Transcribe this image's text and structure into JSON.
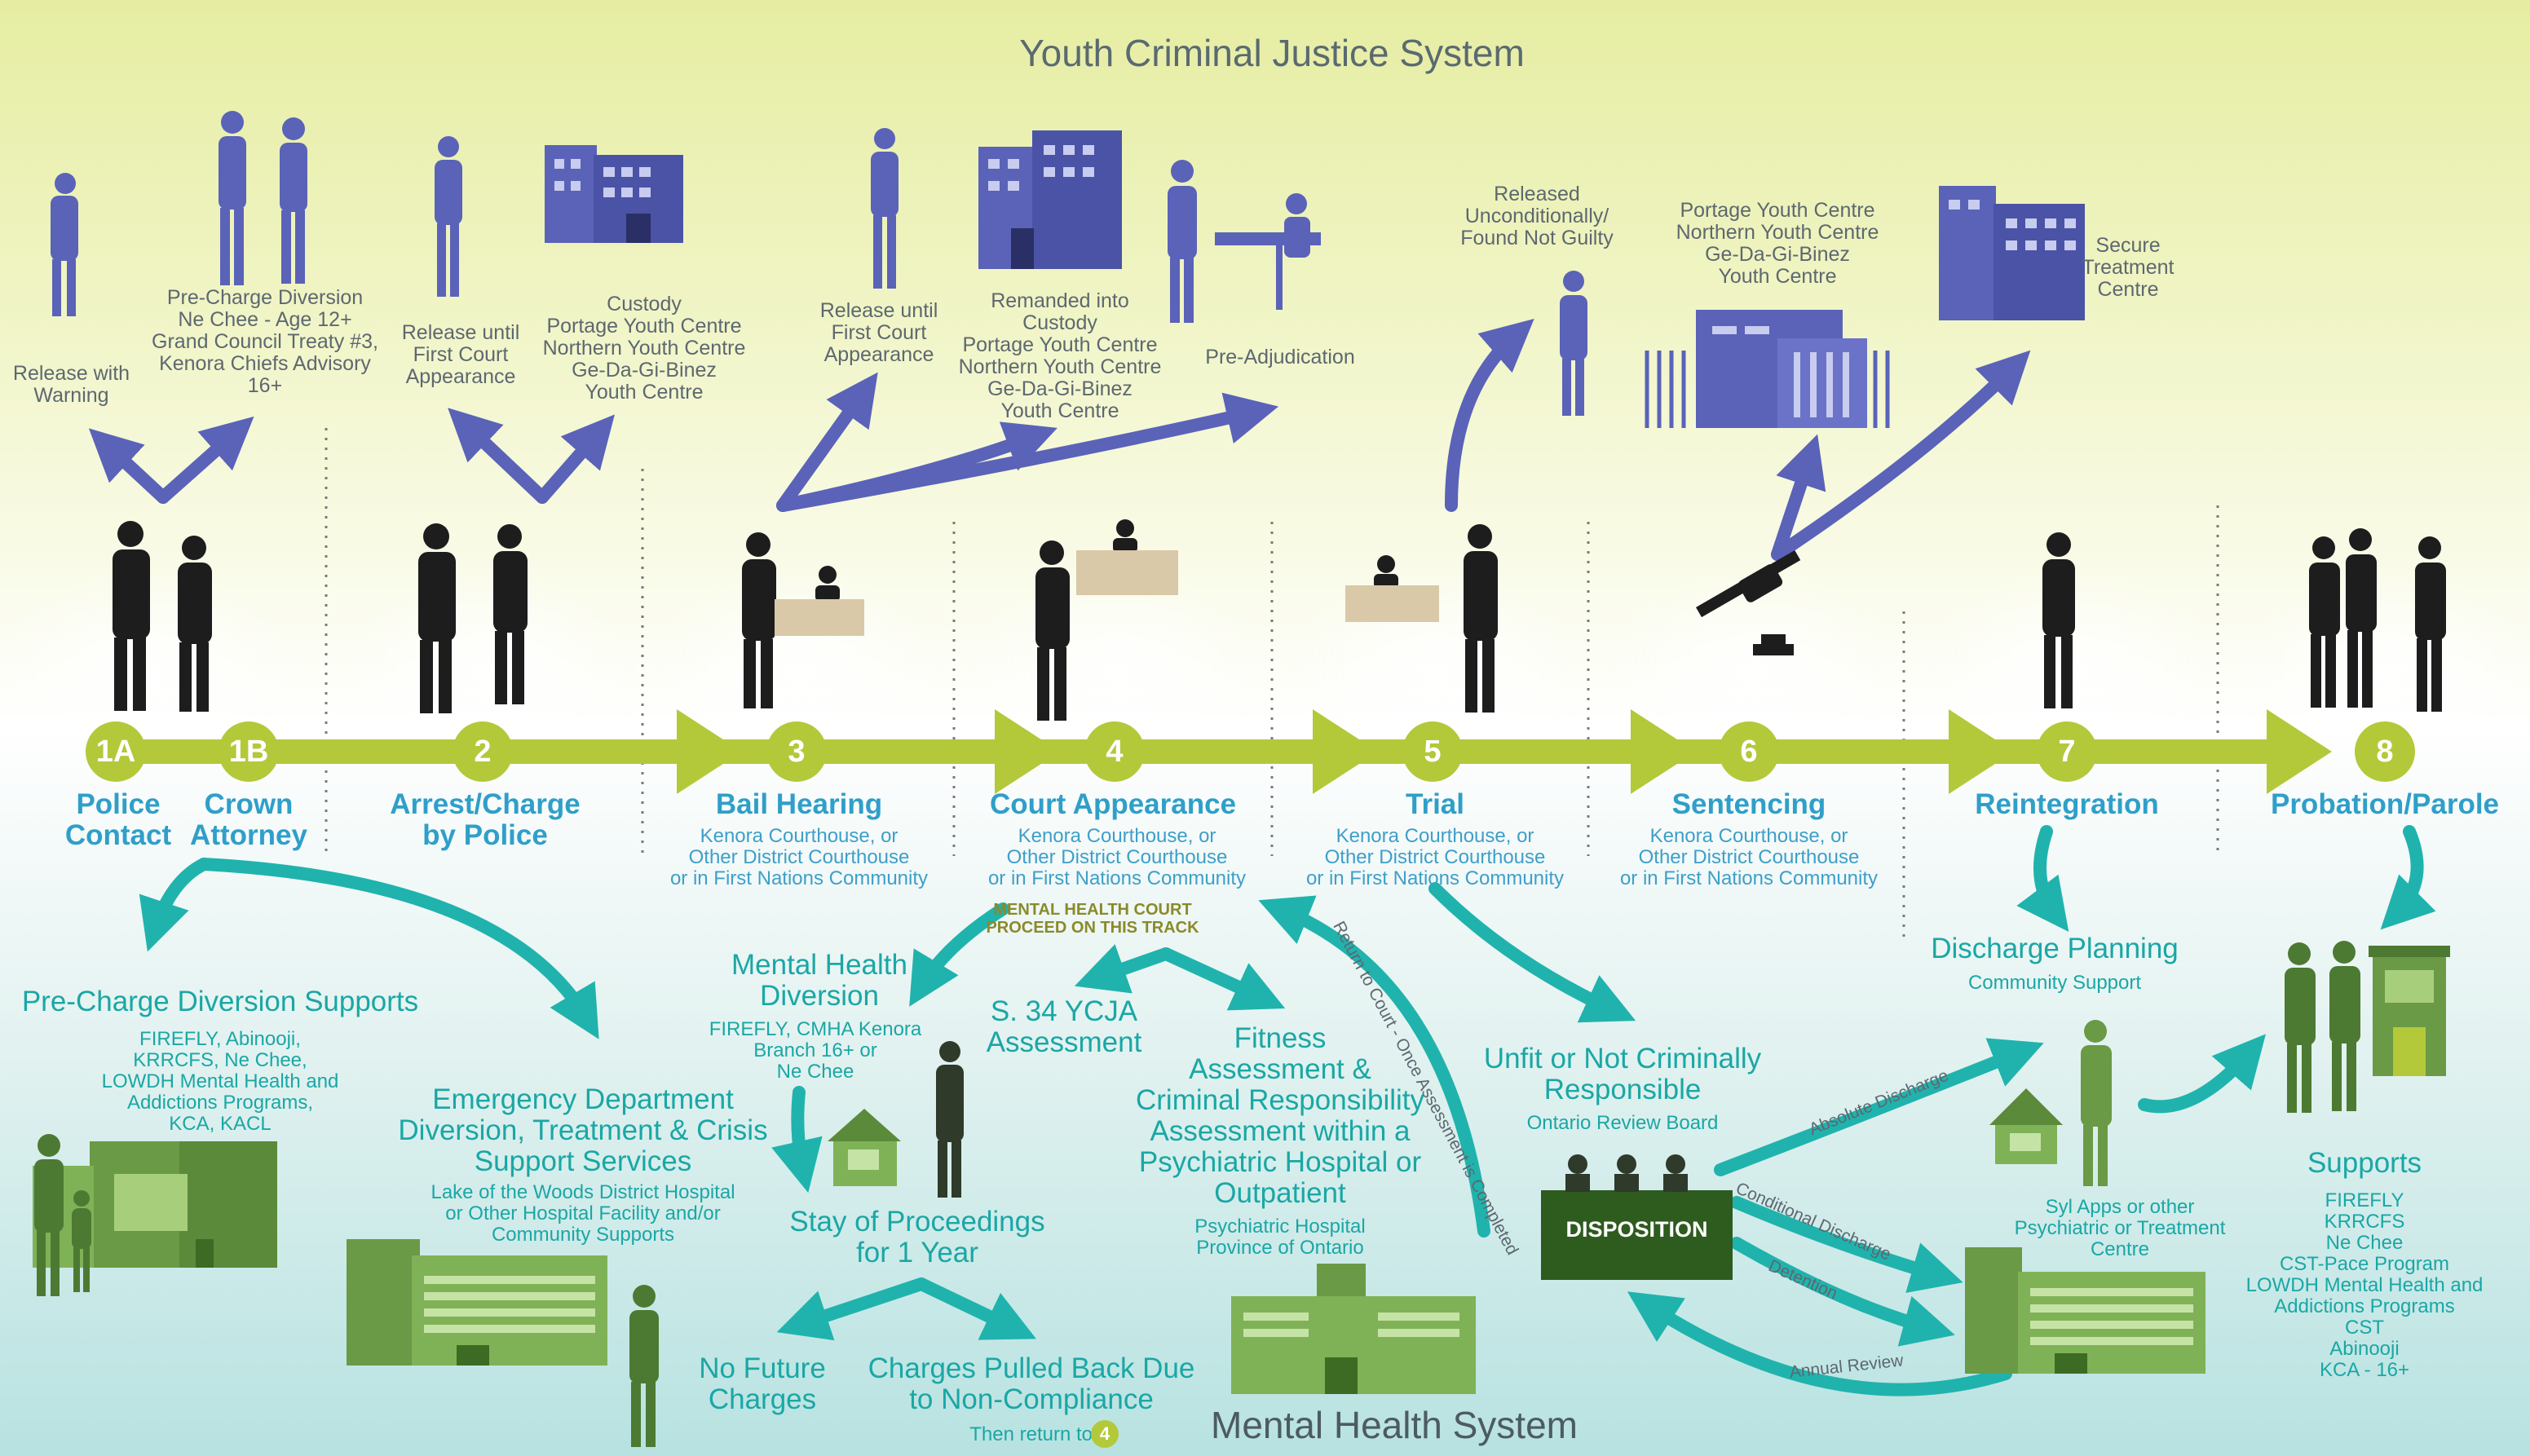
{
  "title": "Youth Criminal Justice System",
  "footer_title": "Mental Health System",
  "colors": {
    "timeline": "#b3c93a",
    "justice_arrows": "#5a63b8",
    "mh_arrows": "#20b3ad",
    "figures": "#1d1d1d",
    "buildings_blue": "#5a63b8",
    "buildings_green": "#6a9a45",
    "stage_label": "#2f9fc9"
  },
  "stages": [
    {
      "num": "1A",
      "label": "Police\nContact"
    },
    {
      "num": "1B",
      "label": "Crown\nAttorney"
    },
    {
      "num": "2",
      "label": "Arrest/Charge\nby Police"
    },
    {
      "num": "3",
      "label": "Bail Hearing",
      "sub": "Kenora Courthouse, or\nOther District Courthouse\nor in First Nations Community"
    },
    {
      "num": "4",
      "label": "Court Appearance",
      "sub": "Kenora Courthouse, or\nOther District Courthouse\nor in First Nations Community"
    },
    {
      "num": "5",
      "label": "Trial",
      "sub": "Kenora Courthouse, or\nOther District Courthouse\nor in First Nations Community"
    },
    {
      "num": "6",
      "label": "Sentencing",
      "sub": "Kenora Courthouse, or\nOther District Courthouse\nor in First Nations Community"
    },
    {
      "num": "7",
      "label": "Reintegration"
    },
    {
      "num": "8",
      "label": "Probation/Parole"
    }
  ],
  "top_labels": {
    "release_warning": "Release with\nWarning",
    "pre_charge": "Pre-Charge Diversion\nNe Chee - Age 12+\nGrand Council Treaty #3,\nKenora Chiefs Advisory\n16+",
    "release_first_1": "Release until\nFirst Court\nAppearance",
    "custody": "Custody\nPortage Youth Centre\nNorthern Youth Centre\nGe-Da-Gi-Binez\nYouth Centre",
    "release_first_2": "Release until\nFirst Court\nAppearance",
    "remanded": "Remanded into\nCustody\nPortage Youth Centre\nNorthern Youth Centre\nGe-Da-Gi-Binez\nYouth Centre",
    "pre_adjudication": "Pre-Adjudication",
    "released_uncond": "Released\nUnconditionally/\nFound Not Guilty",
    "youth_centres": "Portage Youth Centre\nNorthern Youth Centre\nGe-Da-Gi-Binez\nYouth Centre",
    "secure_treatment": "Secure\nTreatment\nCentre"
  },
  "mh_labels": {
    "pre_charge_supports": "Pre-Charge Diversion Supports",
    "pre_charge_supports_list": "FIREFLY, Abinooji,\nKRRCFS, Ne Chee,\nLOWDH Mental Health and\nAddictions Programs,\nKCA, KACL",
    "emergency": "Emergency Department\nDiversion, Treatment & Crisis\nSupport Services",
    "emergency_sub": "Lake of the Woods District Hospital\nor Other Hospital Facility and/or\nCommunity Supports",
    "mh_court": "MENTAL HEALTH COURT\nPROCEED ON THIS TRACK",
    "mh_diversion": "Mental Health\nDiversion",
    "mh_diversion_sub": "FIREFLY, CMHA Kenora\nBranch 16+ or\nNe Chee",
    "s34": "S. 34 YCJA\nAssessment",
    "fitness": "Fitness\nAssessment &\nCriminal Responsibility\nAssessment within a\nPsychiatric Hospital or\nOutpatient",
    "fitness_sub": "Psychiatric Hospital\nProvince of Ontario",
    "stay": "Stay of Proceedings\nfor 1 Year",
    "no_future": "No Future\nCharges",
    "charges_pulled": "Charges Pulled Back Due\nto Non-Compliance",
    "then_return": "Then return to",
    "then_return_num": "4",
    "return_court": "Return to Court - Once Assessment is Completed",
    "unfit": "Unfit or Not Criminally\nResponsible",
    "review_board": "Ontario Review Board",
    "disposition": "DISPOSITION",
    "absolute": "Absolute Discharge",
    "conditional": "Conditional Discharge",
    "detention": "Detention",
    "annual": "Annual Review",
    "syl_apps": "Syl Apps or other\nPsychiatric or Treatment\nCentre",
    "discharge_planning": "Discharge Planning",
    "community_support": "Community Support",
    "supports": "Supports",
    "supports_list": "FIREFLY\nKRRCFS\nNe Chee\nCST-Pace Program\nLOWDH Mental Health and\nAddictions Programs\nCST\nAbinooji\nKCA - 16+"
  }
}
